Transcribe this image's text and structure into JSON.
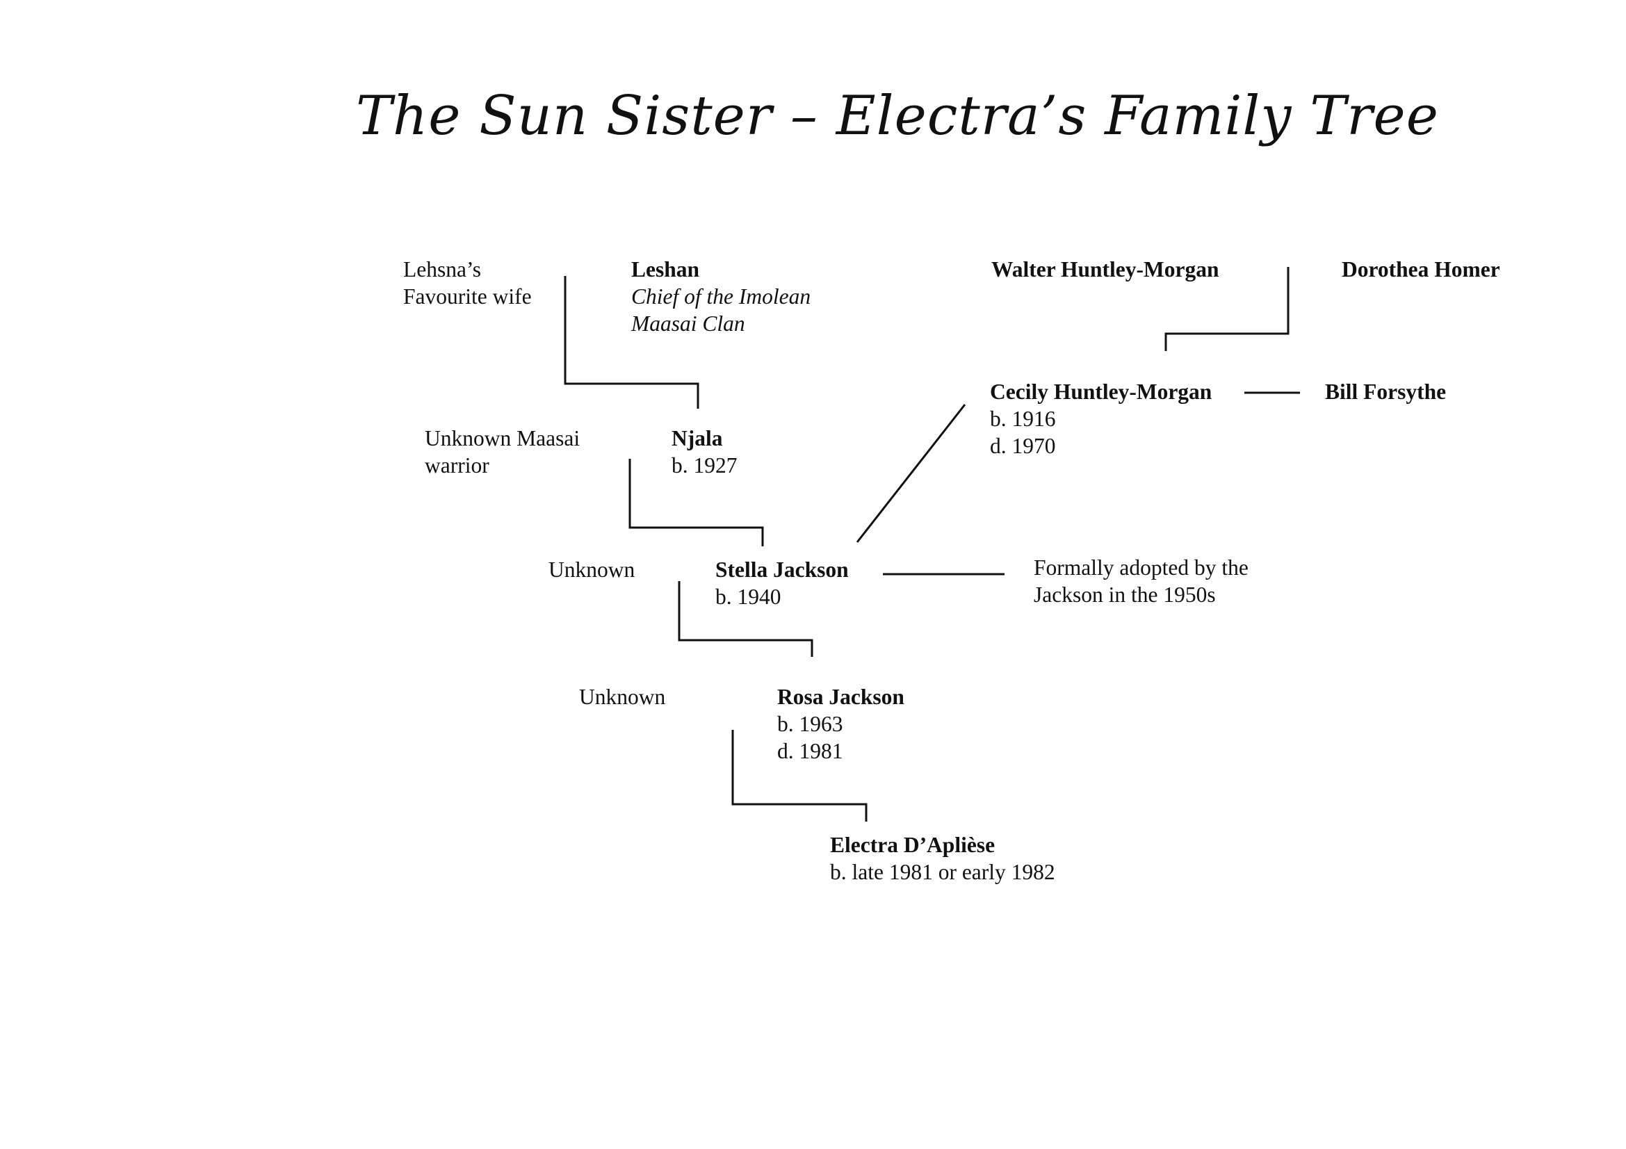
{
  "title": "The Sun Sister – Electra’s Family Tree",
  "people": {
    "lehsna_wife": {
      "line1": "Lehsna’s",
      "line2": "Favourite wife"
    },
    "leshan": {
      "name": "Leshan",
      "role1": "Chief of the Imolean",
      "role2": "Maasai Clan"
    },
    "walter": {
      "name": "Walter Huntley-Morgan"
    },
    "dorothea": {
      "name": "Dorothea Homer"
    },
    "cecily": {
      "name": "Cecily Huntley-Morgan",
      "born": "b. 1916",
      "died": "d. 1970"
    },
    "bill": {
      "name": "Bill Forsythe"
    },
    "maasai_warrior": {
      "line1": "Unknown Maasai",
      "line2": "warrior"
    },
    "njala": {
      "name": "Njala",
      "born": "b. 1927"
    },
    "unknown_1": {
      "label": "Unknown"
    },
    "stella": {
      "name": "Stella Jackson",
      "born": "b. 1940"
    },
    "adoption_note": {
      "line1": "Formally adopted by the",
      "line2": "Jackson in the 1950s"
    },
    "unknown_2": {
      "label": "Unknown"
    },
    "rosa": {
      "name": "Rosa Jackson",
      "born": "b. 1963",
      "died": "d. 1981"
    },
    "electra": {
      "name": "Electra D’Aplièse",
      "born": "b. late 1981 or early 1982"
    }
  }
}
